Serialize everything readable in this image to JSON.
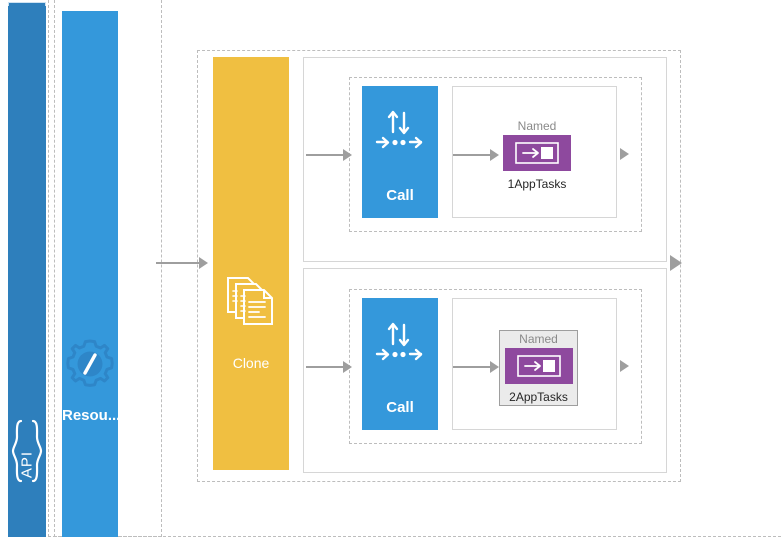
{
  "diagram": {
    "type": "flow-diagram",
    "background": "#ffffff",
    "colors": {
      "api_lane": "#2e7fbc",
      "resource_lane": "#3498db",
      "clone_lane": "#f0bf41",
      "call_box": "#3498db",
      "named_chip": "#8e499e",
      "connector": "#9e9e9e",
      "container_dashed": "#bdbdbd",
      "container_solid": "#d6d6d6",
      "selection_fill": "#ebebeb",
      "selection_border": "#9e9e9e"
    }
  },
  "api_lane": {
    "label": "API",
    "icon": "api-braces-icon"
  },
  "resource_lane": {
    "label": "Resou...",
    "icon": "gear-slash-icon"
  },
  "clone_lane": {
    "label": "Clone",
    "icon": "copy-documents-icon"
  },
  "branches": [
    {
      "id": "branch-1",
      "call": {
        "label": "Call",
        "icon": "call-exchange-icon"
      },
      "named": {
        "caption": "Named",
        "name": "1AppTasks",
        "icon": "arrow-into-box-icon",
        "selected": false
      }
    },
    {
      "id": "branch-2",
      "call": {
        "label": "Call",
        "icon": "call-exchange-icon"
      },
      "named": {
        "caption": "Named",
        "name": "2AppTasks",
        "icon": "arrow-into-box-icon",
        "selected": true
      }
    }
  ],
  "connectors": [
    {
      "name": "api-to-clone",
      "size": "normal"
    },
    {
      "name": "clone-to-call-1",
      "size": "normal"
    },
    {
      "name": "call-1-to-named-1",
      "size": "normal"
    },
    {
      "name": "named-1-exit",
      "size": "normal"
    },
    {
      "name": "clone-to-call-2",
      "size": "normal"
    },
    {
      "name": "call-2-to-named-2",
      "size": "normal"
    },
    {
      "name": "named-2-exit",
      "size": "normal"
    },
    {
      "name": "branches-merge-exit",
      "size": "big"
    }
  ]
}
